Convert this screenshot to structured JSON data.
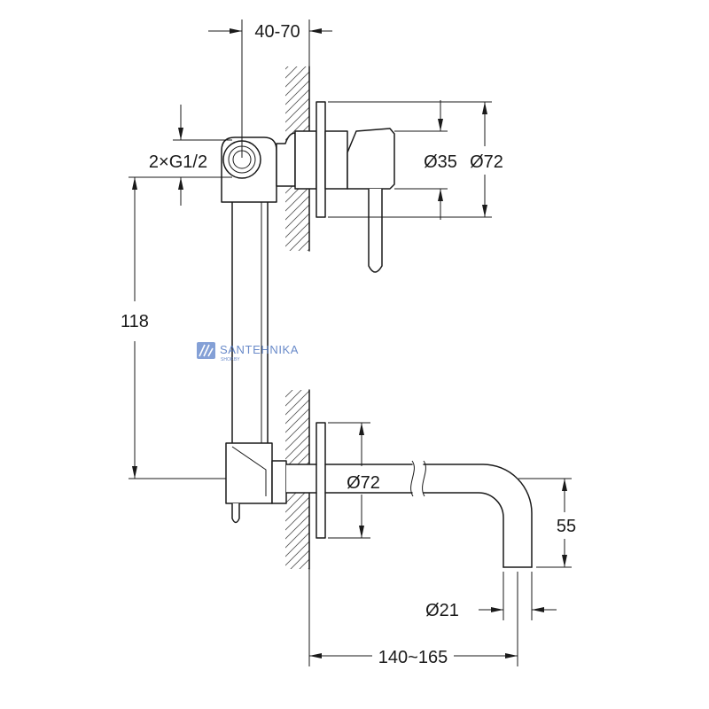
{
  "dimensions": {
    "top_span": "40-70",
    "thread": "2×G1/2",
    "body_diameter": "Ø35",
    "upper_flange_diameter": "Ø72",
    "height": "118",
    "lower_flange_diameter": "Ø72",
    "spout_drop": "55",
    "spout_diameter": "Ø21",
    "spout_reach": "140~165"
  },
  "watermark": {
    "brand": "SANTEHNIKA",
    "sub": "SHOP.BY",
    "icon": "santehnika-logo-icon"
  },
  "colors": {
    "line": "#1a1a1a",
    "watermark": "#4f76c0",
    "background": "#ffffff"
  }
}
